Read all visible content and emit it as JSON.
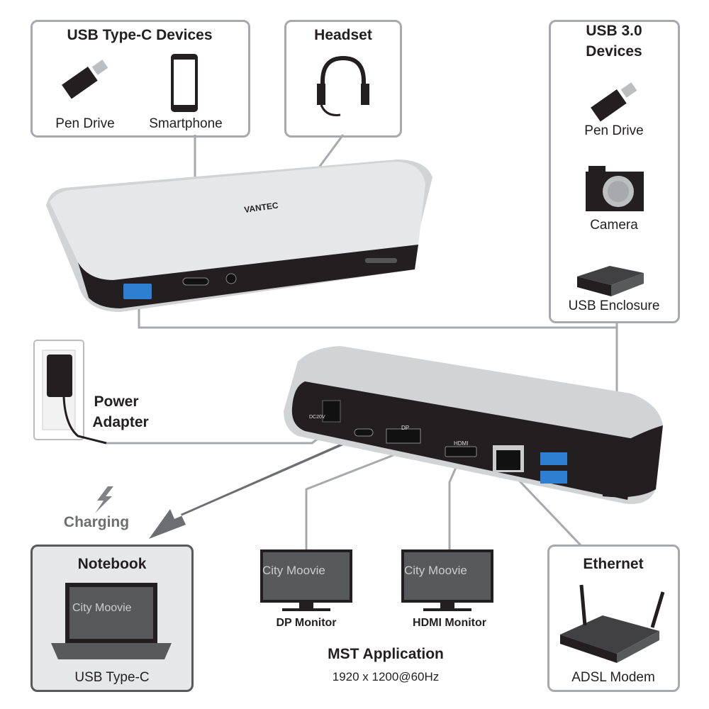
{
  "usb_c_box": {
    "title": "USB Type-C Devices",
    "items": [
      "Pen Drive",
      "Smartphone"
    ]
  },
  "headset_box": {
    "title": "Headset"
  },
  "usb3_box": {
    "title_line1": "USB 3.0",
    "title_line2": "Devices",
    "items": [
      "Pen Drive",
      "Camera",
      "USB Enclosure"
    ]
  },
  "dock": {
    "brand": "VANTEC",
    "port_labels": {
      "dc": "DC20V",
      "dp": "DP",
      "hdmi": "HDMI"
    }
  },
  "power": {
    "line1": "Power",
    "line2": "Adapter"
  },
  "charging": "Charging",
  "notebook_box": {
    "title": "Notebook",
    "label": "USB Type-C",
    "screen_text": "City Moovie"
  },
  "monitors": [
    {
      "label": "DP Monitor",
      "screen_text": "City Moovie"
    },
    {
      "label": "HDMI Monitor",
      "screen_text": "City Moovie"
    }
  ],
  "mst": {
    "title": "MST Application",
    "resolution": "1920 x 1200@60Hz"
  },
  "ethernet_box": {
    "title": "Ethernet",
    "label": "ADSL Modem"
  },
  "colors": {
    "border": "#a7a9ac",
    "line": "#a7a9ac",
    "arrow": "#6d6e71",
    "usb_blue": "#2e7fd1"
  }
}
